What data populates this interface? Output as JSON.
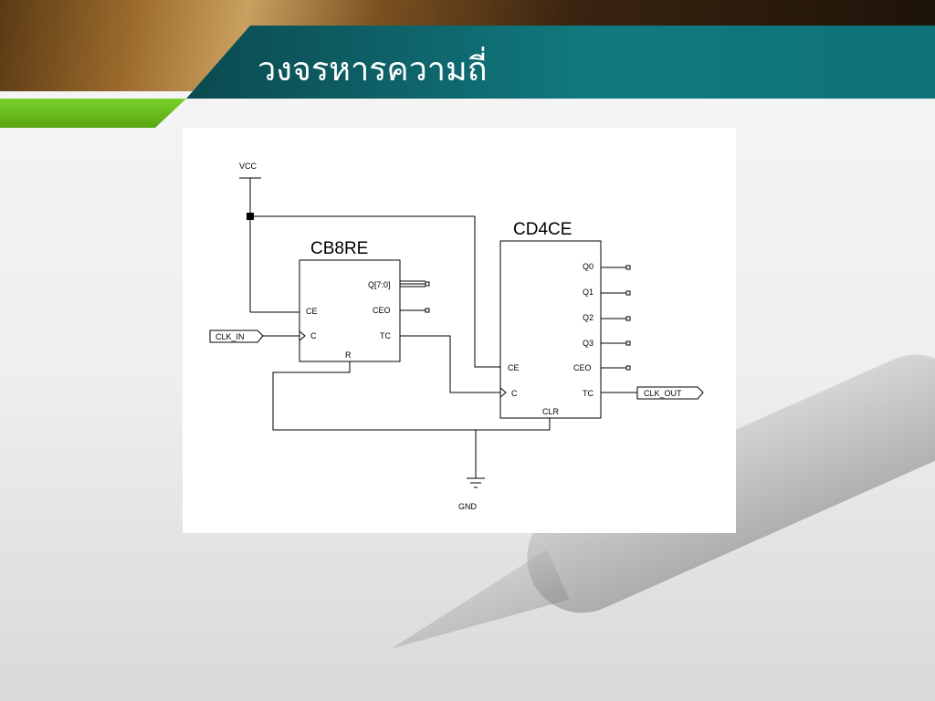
{
  "slide": {
    "title": "วงจรหารความถี่"
  },
  "schematic": {
    "power": {
      "vcc": "VCC",
      "gnd": "GND"
    },
    "cb8re": {
      "name": "CB8RE",
      "pins": {
        "ce": "CE",
        "c": "C",
        "r": "R",
        "q": "Q[7:0]",
        "ceo": "CEO",
        "tc": "TC"
      }
    },
    "cd4ce": {
      "name": "CD4CE",
      "pins": {
        "ce": "CE",
        "c": "C",
        "clr": "CLR",
        "q0": "Q0",
        "q1": "Q1",
        "q2": "Q2",
        "q3": "Q3",
        "ceo": "CEO",
        "tc": "TC"
      }
    },
    "ports": {
      "clk_in": "CLK_IN",
      "clk_out": "CLK_OUT"
    }
  }
}
